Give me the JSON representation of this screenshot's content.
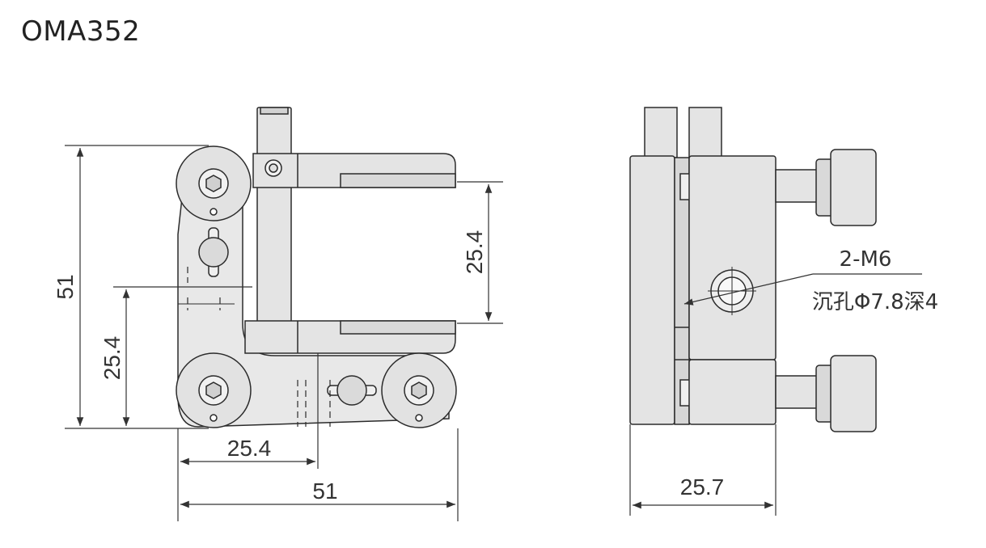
{
  "title": "OMA352",
  "front_view": {
    "dim_total_height": "51",
    "dim_lower_height": "25.4",
    "dim_inner_opening": "25.4",
    "dim_lower_width": "25.4",
    "dim_total_width": "51"
  },
  "side_view": {
    "dim_depth": "25.7",
    "callout_thread": "2-M6",
    "callout_counterbore": "沉孔Φ7.8深4"
  },
  "colors": {
    "part_fill": "#e4e4e4",
    "part_shade": "#cfcfcf",
    "outline": "#2b2b2b",
    "dimension": "#333333"
  }
}
